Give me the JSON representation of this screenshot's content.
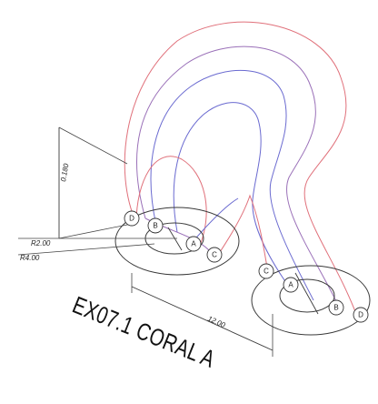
{
  "title": "EX07.1 CORAL A",
  "dimensions": {
    "vertical": "0.180",
    "span": "12.00",
    "radius_inner": "R2.00",
    "radius_outer": "R4.00"
  },
  "left_ring_nodes": [
    "D",
    "B",
    "A",
    "C"
  ],
  "right_ring_nodes": [
    "C",
    "A",
    "B",
    "D"
  ],
  "colors": {
    "curve_red": "#e0707a",
    "curve_blue": "#6a6ad0",
    "curve_purple": "#9a70b8"
  }
}
